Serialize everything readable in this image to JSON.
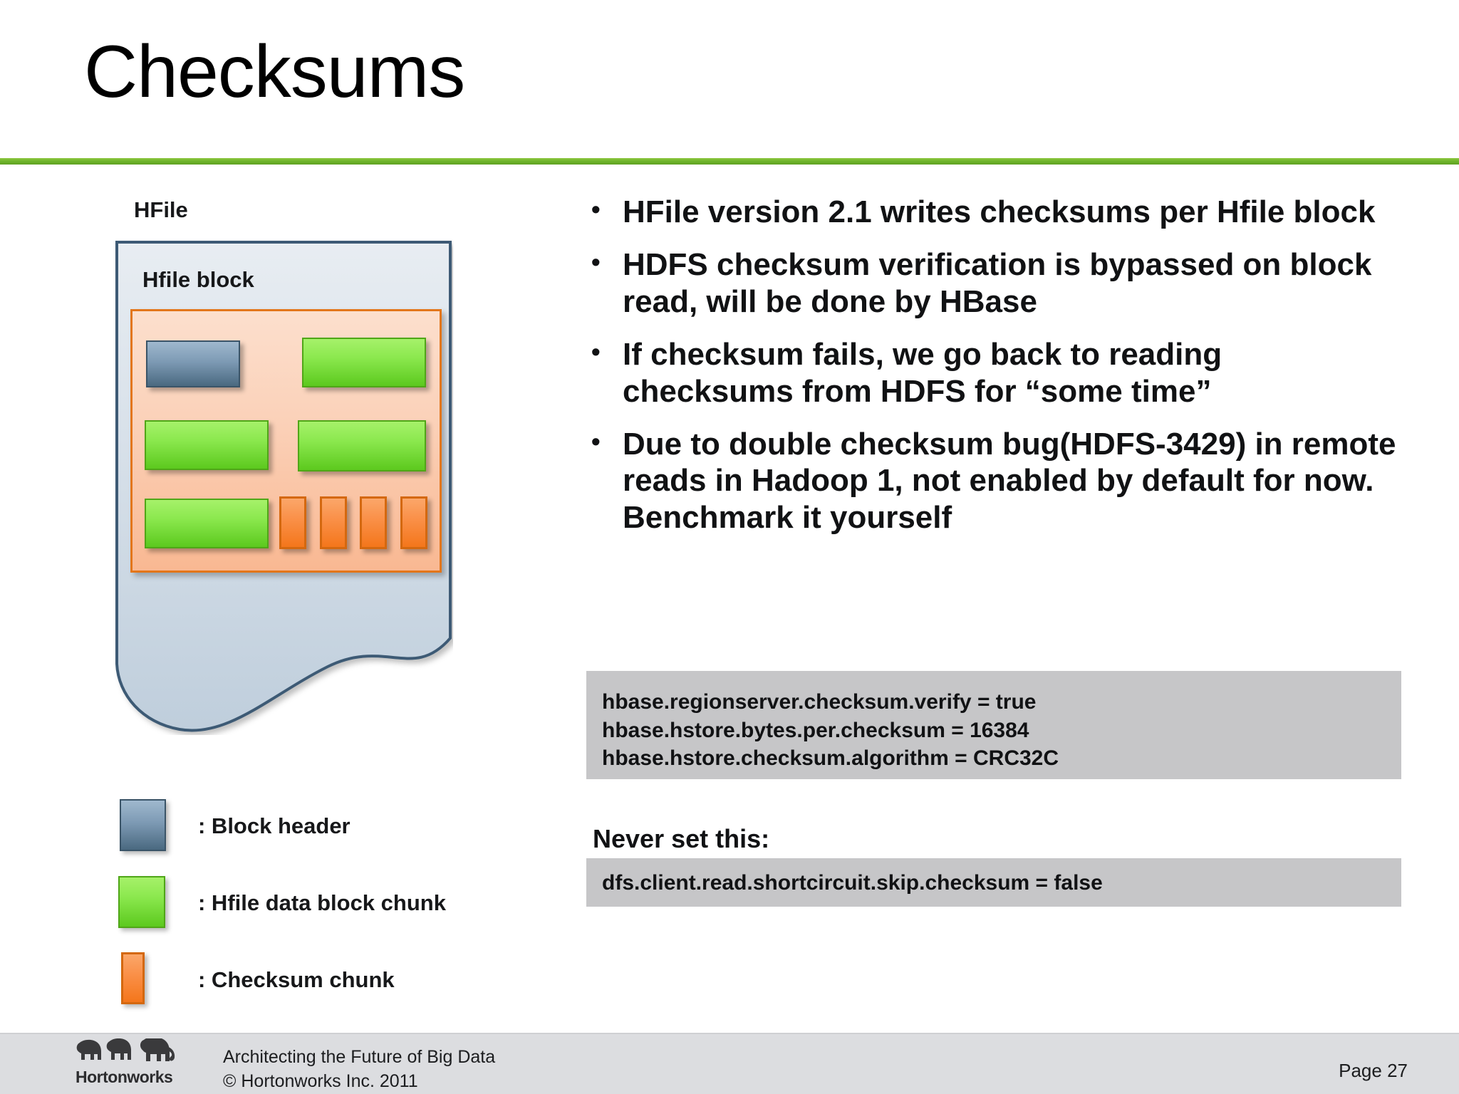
{
  "slide": {
    "title": "Checksums",
    "accent_green": "#6DB42A",
    "page_label": "Page 27"
  },
  "diagram": {
    "hfile_label": "HFile",
    "hfile_block_label": "Hfile block",
    "colors": {
      "block_header": "#4A6980",
      "data_chunk": "#5CC91E",
      "checksum_chunk": "#F4761B",
      "hfile_fill": "#C5D2DE",
      "block_fill": "#E4EAF0",
      "orange_fill": "#F9B892"
    }
  },
  "legend": {
    "items": [
      {
        "swatch": "block-header",
        "label": ": Block header"
      },
      {
        "swatch": "data-chunk",
        "label": ": Hfile data block chunk"
      },
      {
        "swatch": "checksum-chunk",
        "label": ": Checksum chunk"
      }
    ]
  },
  "bullets": [
    "HFile version 2.1 writes checksums per Hfile block",
    "HDFS checksum verification is bypassed on block read, will be done by HBase",
    "If checksum fails, we go back to reading checksums from HDFS for “some time”",
    "Due to double checksum bug(HDFS-3429) in remote reads in Hadoop 1, not enabled by default for now. Benchmark it yourself"
  ],
  "config_box": {
    "lines": [
      "hbase.regionserver.checksum.verify = true",
      "hbase.hstore.bytes.per.checksum = 16384",
      "hbase.hstore.checksum.algorithm = CRC32C"
    ]
  },
  "never_set": {
    "heading": "Never set this:",
    "lines": [
      "dfs.client.read.shortcircuit.skip.checksum = false"
    ]
  },
  "footer": {
    "brand": "Hortonworks",
    "tagline": "Architecting the Future of Big Data",
    "copyright": "© Hortonworks Inc. 2011",
    "page": "Page 27"
  }
}
